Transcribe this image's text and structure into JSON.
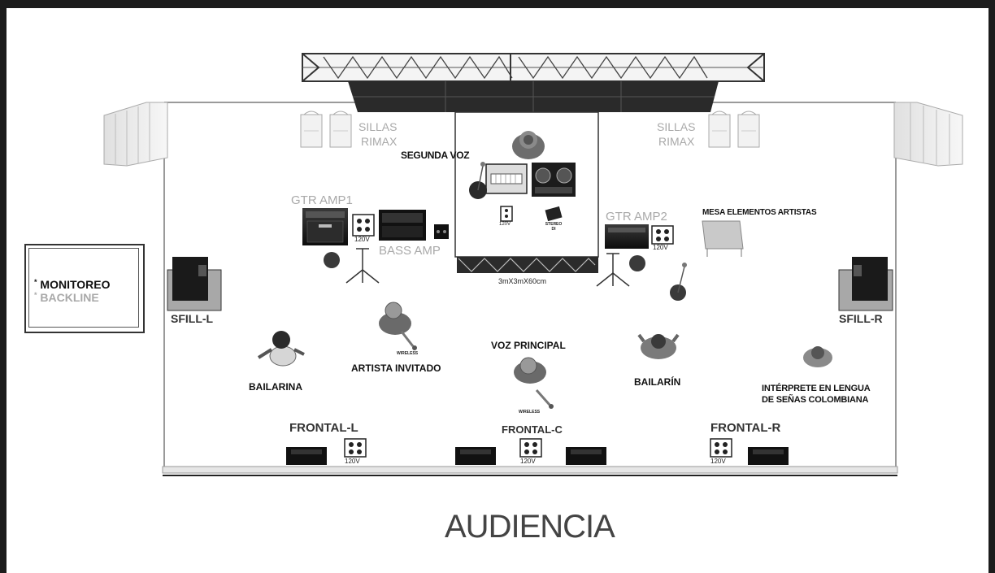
{
  "legend": {
    "monitoreo": "MONITOREO",
    "backline": "BACKLINE",
    "bullet": "*"
  },
  "labels": {
    "sillas_left_1": "SILLAS",
    "sillas_left_2": "RIMAX",
    "sillas_right_1": "SILLAS",
    "sillas_right_2": "RIMAX",
    "segunda_voz": "SEGUNDA VOZ",
    "gtr_amp1": "GTR AMP1",
    "gtr_amp2": "GTR AMP2",
    "bass_amp": "BASS AMP",
    "mesa": "MESA ELEMENTOS ARTISTAS",
    "riser_size": "3mX3mX60cm",
    "sfill_l": "SFILL-L",
    "sfill_r": "SFILL-R",
    "bailarina": "BAILARINA",
    "artista_invitado": "ARTISTA INVITADO",
    "voz_principal": "VOZ PRINCIPAL",
    "bailarin": "BAILARÍN",
    "interprete_1": "INTÉRPRETE EN LENGUA",
    "interprete_2": "DE SEÑAS COLOMBIANA",
    "frontal_l": "FRONTAL-L",
    "frontal_c": "FRONTAL-C",
    "frontal_r": "FRONTAL-R",
    "audiencia": "AUDIENCIA"
  },
  "power": {
    "v120": "120V",
    "stereo": "STEREO DI"
  },
  "wireless": "WIRELESS",
  "colors": {
    "stage_line": "#9a9a9a",
    "dark": "#1a1a1a",
    "grey_label": "#a9a9a9"
  }
}
